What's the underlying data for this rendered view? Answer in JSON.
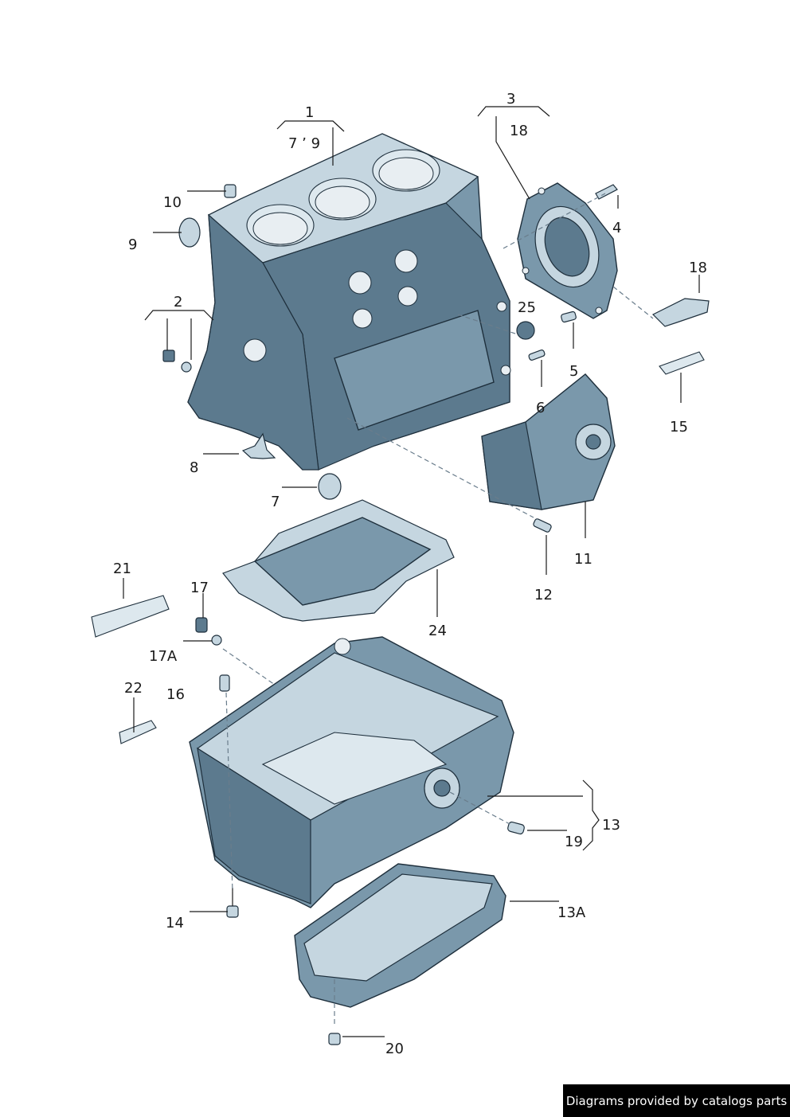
{
  "labels": {
    "p1": "1",
    "p7_9": "7 ʼ 9",
    "p3": "3",
    "p18a": "18",
    "p10": "10",
    "p9": "9",
    "p4": "4",
    "p18b": "18",
    "p2": "2",
    "p25": "25",
    "p5": "5",
    "p6": "6",
    "p15": "15",
    "p8": "8",
    "p7": "7",
    "p11": "11",
    "p12": "12",
    "p21": "21",
    "p17": "17",
    "p24": "24",
    "p17a": "17A",
    "p16": "16",
    "p22": "22",
    "p13": "13",
    "p19": "19",
    "p14": "14",
    "p13a": "13A",
    "p20": "20"
  },
  "footer": {
    "credit": "Diagrams provided by catalogs parts"
  }
}
